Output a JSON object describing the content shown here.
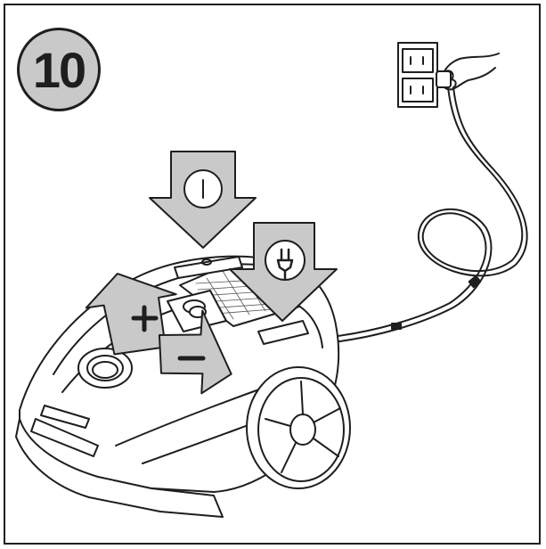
{
  "figure": {
    "step_number": "10",
    "arrow_fill": "#c9c9c9",
    "line_color": "#1e1e1e",
    "icons": [
      "power-button-symbol",
      "plug-in-symbol",
      "increase-symbol",
      "decrease-symbol"
    ]
  }
}
